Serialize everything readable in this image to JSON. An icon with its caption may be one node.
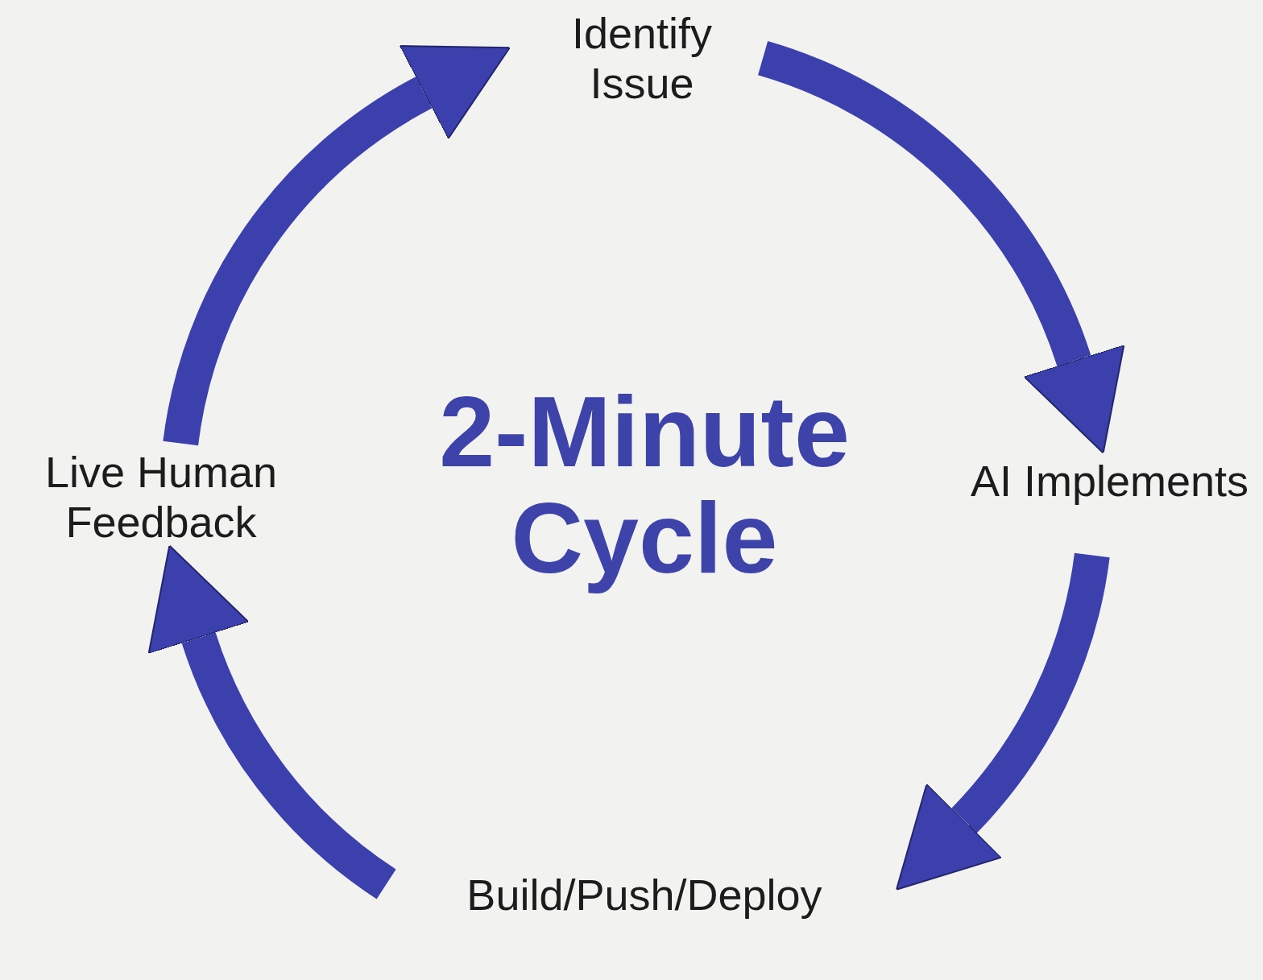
{
  "diagram": {
    "title": "2-Minute Cycle",
    "nodes": [
      {
        "text": [
          "Identify Issue"
        ]
      },
      {
        "text": [
          "AI Implements"
        ]
      },
      {
        "text": [
          "Build/Push/Deploy"
        ]
      },
      {
        "text": [
          "Live Human Feedback"
        ]
      }
    ],
    "edges": [
      {
        "from": 0,
        "to": 1,
        "arrow": "to"
      },
      {
        "from": 1,
        "to": 2,
        "arrow": "to"
      },
      {
        "from": 2,
        "to": 3,
        "arrow": "to"
      },
      {
        "from": 3,
        "to": 0,
        "arrow": "to"
      }
    ]
  }
}
